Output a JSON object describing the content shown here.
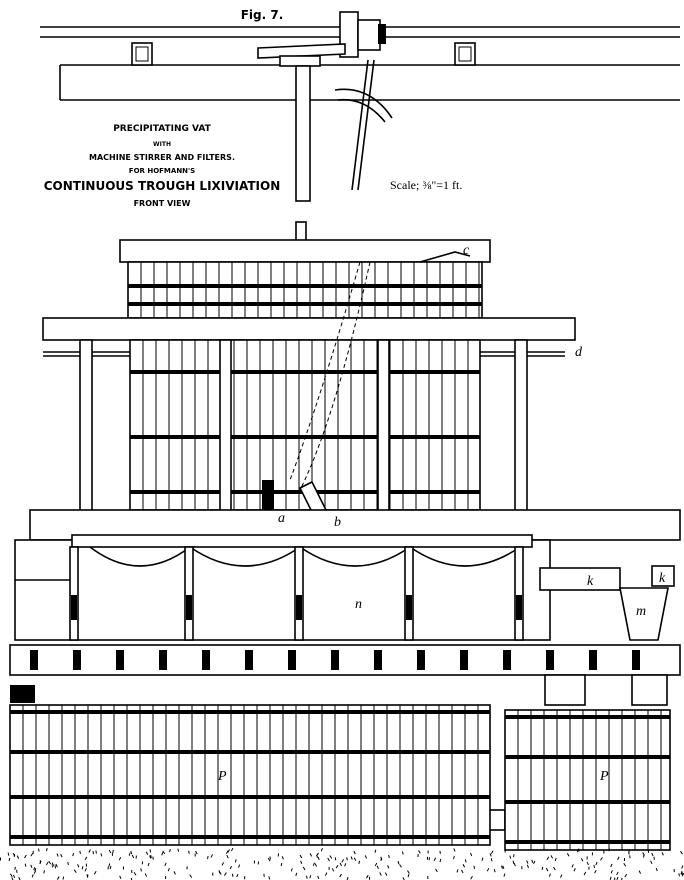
{
  "figure": {
    "number": "Fig. 7.",
    "title_lines": [
      "PRECIPITATING VAT",
      "WITH",
      "MACHINE STIRRER AND FILTERS.",
      "FOR HOFMANN'S",
      "CONTINUOUS TROUGH LIXIVIATION",
      "FRONT VIEW"
    ],
    "scale": "Scale; ⅜\"=1 ft."
  },
  "labels": {
    "a": "a",
    "b": "b",
    "c": "c",
    "d": "d",
    "k1": "k",
    "k2": "k",
    "m": "m",
    "n": "n",
    "p1": "P",
    "p2": "P"
  }
}
